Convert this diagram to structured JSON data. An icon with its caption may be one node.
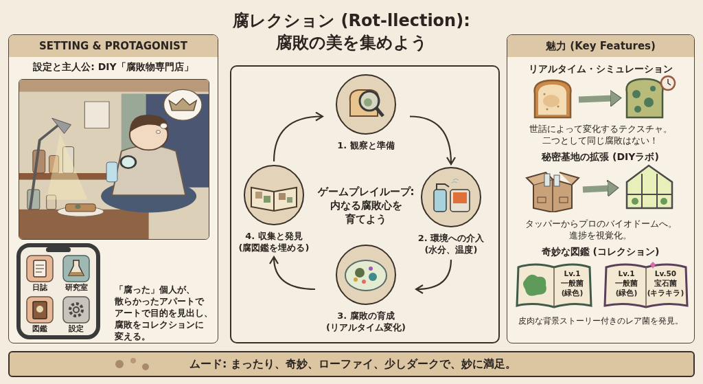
{
  "diagram": {
    "title": "腐レクション (Rot-llection):腐敗の美を集めよう",
    "nodes": [
      {
        "text": [
          "SETTING & PROTAGONIST",
          "設定と主人公: DIY「腐敗物専門店」",
          "「腐った」個人が、散らかったアパートでアートで目的を見出し、腐敗をコレクションに変える。"
        ]
      },
      {
        "text": [],
        "shape": "picture",
        "in": 0
      },
      {
        "text": [
          "日誌"
        ],
        "in": 1
      },
      {
        "text": [
          "研究室"
        ],
        "in": 1
      },
      {
        "text": [
          "図鑑"
        ],
        "in": 1
      },
      {
        "text": [
          "設定"
        ],
        "in": 1
      },
      {
        "text": [
          "ゲームプレイループ:内なる腐敗心を育てよう"
        ]
      },
      {
        "text": [
          "1. 観察と準備"
        ],
        "in": 6
      },
      {
        "text": [
          "2. 環境への介入(水分、温度)"
        ],
        "in": 6
      },
      {
        "text": [
          "3. 腐敗の育成(リアルタイム変化)"
        ],
        "in": 6
      },
      {
        "text": [
          "4. 収集と発見(腐図鑑を埋める)"
        ],
        "in": 6
      },
      {
        "text": [
          "魅力 (Key Features)",
          "リアルタイム・シミュレーション",
          "世話によって変化するテクスチャ。二つとして同じ腐敗はない！",
          "秘密基地の拡張 (DIYラボ)",
          "タッパーからプロのバイオドームへ。進捗を視覚化。",
          "奇妙な図鑑 (コレクション)",
          "皮肉な背景ストーリー付きのレア菌を発見。"
        ]
      },
      {
        "text": [],
        "shape": "picture",
        "in": 11
      },
      {
        "text": [],
        "shape": "picture",
        "in": 11
      },
      {
        "text": [],
        "shape": "picture",
        "in": 11
      },
      {
        "text": [],
        "shape": "picture",
        "in": 11
      },
      {
        "text": [
          "Lv.1一般菌(緑色)"
        ],
        "in": 11
      },
      {
        "text": [
          "Lv.1一般菌(緑色)",
          "Lv.50宝石菌(キラキラ)"
        ],
        "in": 11
      },
      {
        "text": [
          "ムード: まったり、奇妙、ローファイ、少しダークで、妙に満足。"
        ]
      }
    ],
    "edges": [
      {
        "from": 7,
        "to": 8,
        "arrow": "to"
      },
      {
        "from": 8,
        "to": 9,
        "arrow": "to"
      },
      {
        "from": 9,
        "to": 10,
        "arrow": "to"
      },
      {
        "from": 10,
        "to": 7,
        "arrow": "to"
      },
      {
        "from": 12,
        "to": 13,
        "arrow": "to",
        "style": "thick",
        "color": "#8c9c84"
      },
      {
        "from": 14,
        "to": 15,
        "arrow": "to",
        "style": "thick",
        "color": "#8c9c84"
      }
    ]
  }
}
